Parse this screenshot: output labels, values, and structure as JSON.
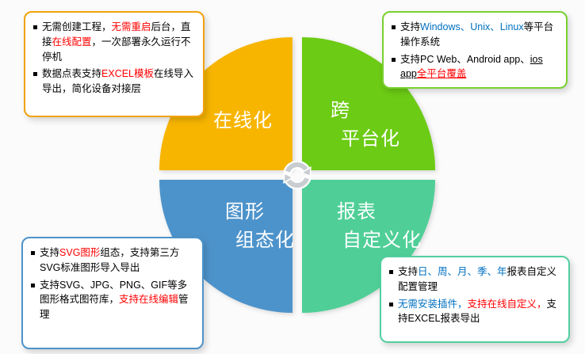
{
  "colors": {
    "red": "#FF0000",
    "blue": "#0070C0",
    "text": "#000000"
  },
  "quadrants": {
    "online": {
      "label_lines": [
        "在线化"
      ],
      "fill": "#F7B500"
    },
    "cross": {
      "label_lines": [
        "跨",
        "平台化"
      ],
      "fill": "#6CCB14"
    },
    "graphics": {
      "label_lines": [
        "图形",
        "组态化"
      ],
      "fill": "#4D93CB"
    },
    "report": {
      "label_lines": [
        "报表",
        "自定义化"
      ],
      "fill": "#4FCF97"
    }
  },
  "center_icon": {
    "name": "cycle-arrows",
    "color": "#C9CDD1"
  },
  "callouts": {
    "online": {
      "border": "#F2A20D",
      "bullets": [
        [
          {
            "t": "无需创建工程，"
          },
          {
            "t": "无需重启",
            "c": "#FF0000"
          },
          {
            "t": "后台，直接"
          },
          {
            "t": "在线配置",
            "c": "#FF0000"
          },
          {
            "t": "，一次部署永久运行不停机"
          }
        ],
        [
          {
            "t": "数据点表支持"
          },
          {
            "t": "EXCEL模板",
            "c": "#FF0000"
          },
          {
            "t": "在线导入导出，简化设备对接层"
          }
        ]
      ]
    },
    "cross": {
      "border": "#79D02F",
      "bullets": [
        [
          {
            "t": "支持"
          },
          {
            "t": "Windows、Unix、Linux",
            "c": "#0070C0"
          },
          {
            "t": "等平台操作系统"
          }
        ],
        [
          {
            "t": "支持PC Web、Android app、"
          },
          {
            "t": "ios app",
            "u": true
          },
          {
            "t": "全平台覆盖",
            "c": "#FF0000",
            "u": true
          }
        ]
      ]
    },
    "graphics": {
      "border": "#4D93CB",
      "bullets": [
        [
          {
            "t": "支持"
          },
          {
            "t": "SVG图形",
            "c": "#FF0000"
          },
          {
            "t": "组态，支持第三方SVG标准图形导入导出"
          }
        ],
        [
          {
            "t": "支持SVG、JPG、PNG、GIF等多图形格式图符库，"
          },
          {
            "t": "支持在线编辑",
            "c": "#FF0000"
          },
          {
            "t": "管理"
          }
        ]
      ]
    },
    "report": {
      "border": "#52CFA0",
      "bullets": [
        [
          {
            "t": "支持"
          },
          {
            "t": "日、周、月、季、年",
            "c": "#0070C0"
          },
          {
            "t": "报表自定义配置管理"
          }
        ],
        [
          {
            "t": "无需安装插件，",
            "c": "#0070C0"
          },
          {
            "t": "支持在线自定义，",
            "c": "#FF0000"
          },
          {
            "t": "支持EXCEL报表导出"
          }
        ]
      ]
    }
  }
}
